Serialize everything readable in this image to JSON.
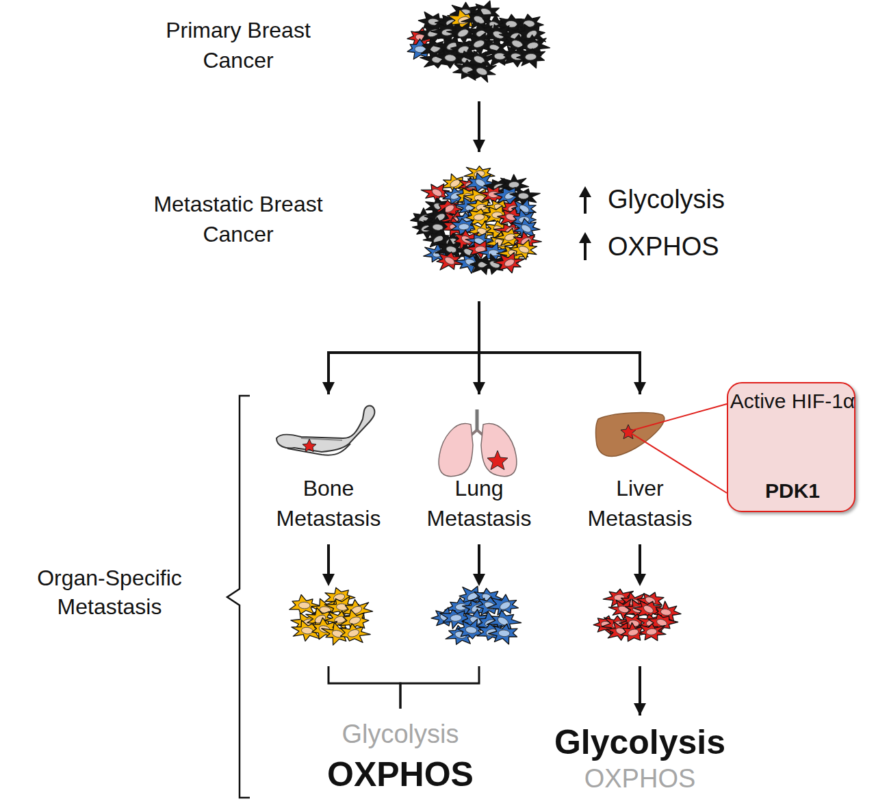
{
  "diagram": {
    "nodes": [
      {
        "text": [
          "Primary Breast Cancer"
        ]
      },
      {
        "text": [
          "Metastatic Breast Cancer"
        ]
      },
      {
        "text": [
          "Bone Metastasis"
        ]
      },
      {
        "text": [
          "Lung Metastasis"
        ]
      },
      {
        "text": [
          "Liver Metastasis"
        ]
      },
      {
        "text": [
          "Active HIF-1α",
          "PDK1"
        ]
      },
      {
        "text": [
          "Glycolysis",
          "OXPHOS"
        ]
      },
      {
        "text": [
          "Glycolysis",
          "OXPHOS"
        ]
      }
    ],
    "edges": [
      {
        "from": 0,
        "to": 1,
        "arrow": "to"
      },
      {
        "from": 1,
        "to": 2,
        "arrow": "to"
      },
      {
        "from": 1,
        "to": 3,
        "arrow": "to"
      },
      {
        "from": 1,
        "to": 4,
        "arrow": "to"
      },
      {
        "from": 4,
        "to": 5,
        "arrow": "none"
      },
      {
        "from": 2,
        "to": 6,
        "arrow": "none"
      },
      {
        "from": 3,
        "to": 6,
        "arrow": "none"
      },
      {
        "from": 4,
        "to": 7,
        "arrow": "to"
      }
    ],
    "labels": [
      "Glycolysis",
      "OXPHOS",
      "Organ-Specific Metastasis"
    ]
  }
}
